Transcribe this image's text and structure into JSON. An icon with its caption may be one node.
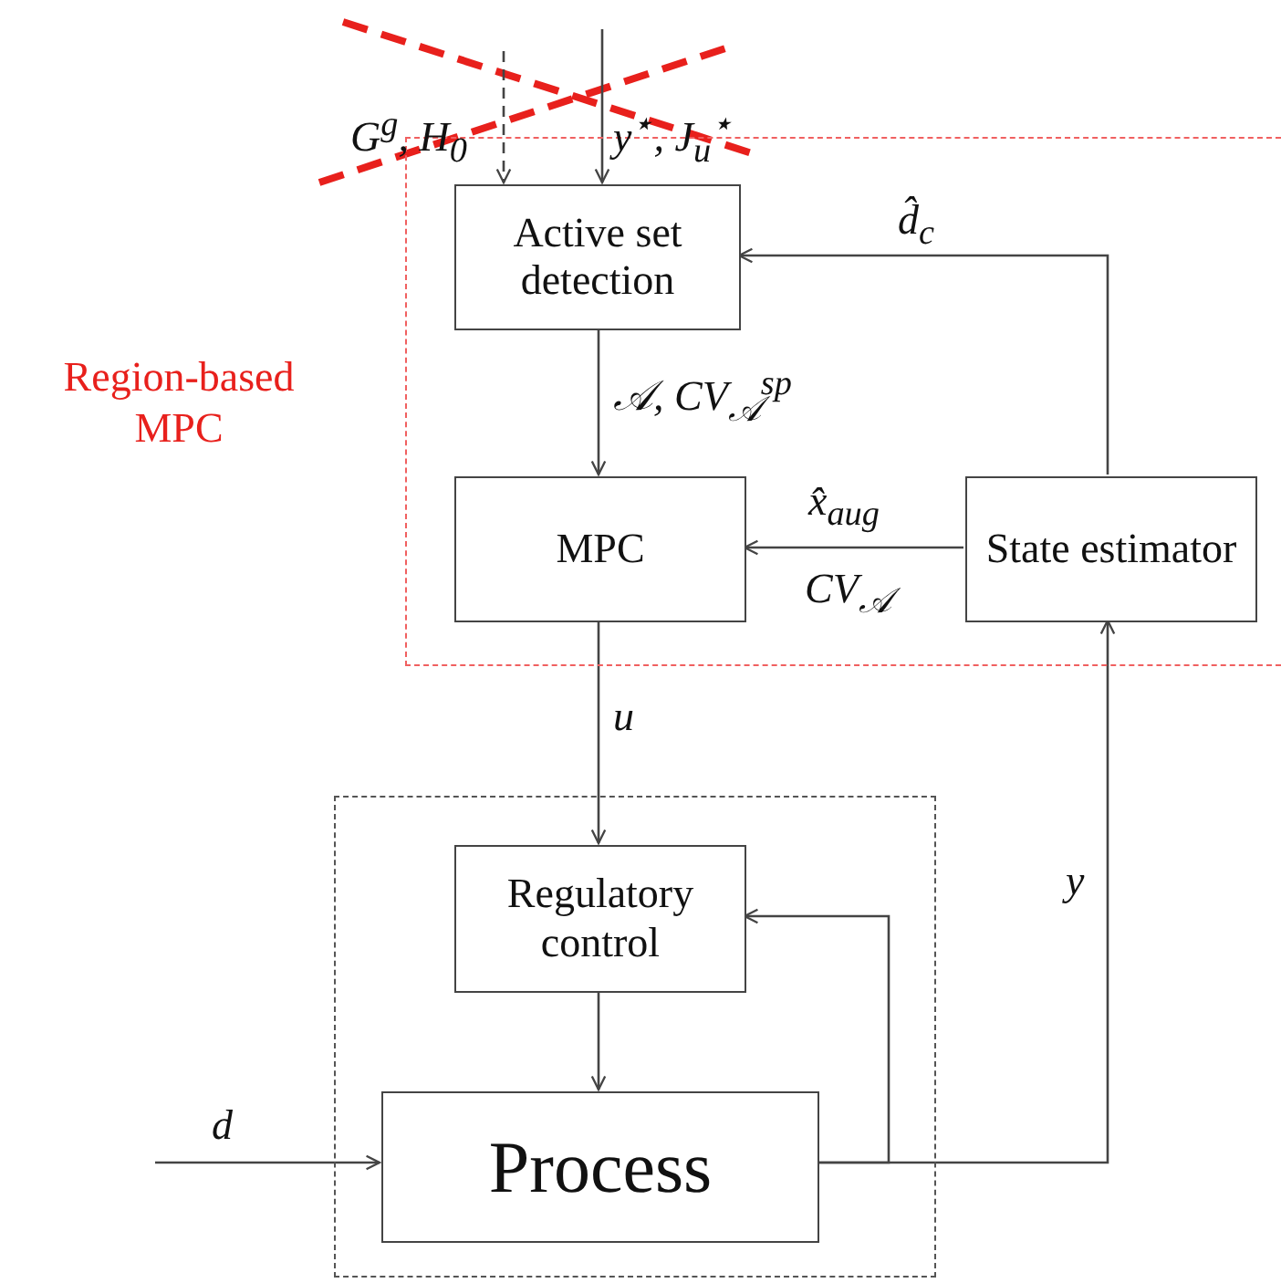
{
  "diagram": {
    "nodes": [
      {
        "text": [
          "Region-based MPC"
        ]
      },
      {
        "text": [
          "Active set detection"
        ],
        "in": 0
      },
      {
        "text": [
          "MPC"
        ],
        "in": 0
      },
      {
        "text": [
          "State estimator"
        ],
        "in": 0
      },
      {
        "text": [],
        "shape": "box"
      },
      {
        "text": [
          "Regulatory control"
        ],
        "in": 4
      },
      {
        "text": [
          "Process"
        ],
        "in": 4
      }
    ],
    "edges": [
      {
        "from": null,
        "to": 1,
        "arrow": "to",
        "label": "G$^{g}$, H$_{0}$",
        "style": "dashed"
      },
      {
        "from": null,
        "to": 1,
        "arrow": "to",
        "label": "y$^{⋆}$, J$_{u}$$^{⋆}$"
      },
      {
        "from": 3,
        "to": 1,
        "arrow": "to",
        "label": "d̂$_{c}$"
      },
      {
        "from": 1,
        "to": 2,
        "arrow": "to",
        "label": "𝒜, CV$_{𝒜}$$^{sp}$"
      },
      {
        "from": 3,
        "to": 2,
        "arrow": "to",
        "label": "x̂$_{aug}$"
      },
      {
        "from": 2,
        "to": 5,
        "arrow": "to",
        "label": "u"
      },
      {
        "from": 5,
        "to": 6,
        "arrow": "to"
      },
      {
        "from": 6,
        "to": 5,
        "arrow": "to"
      },
      {
        "from": 6,
        "to": 3,
        "arrow": "to",
        "label": "y"
      },
      {
        "from": null,
        "to": 6,
        "arrow": "to",
        "label": "d"
      }
    ],
    "labels": [
      "CV$_{𝒜}$"
    ]
  }
}
